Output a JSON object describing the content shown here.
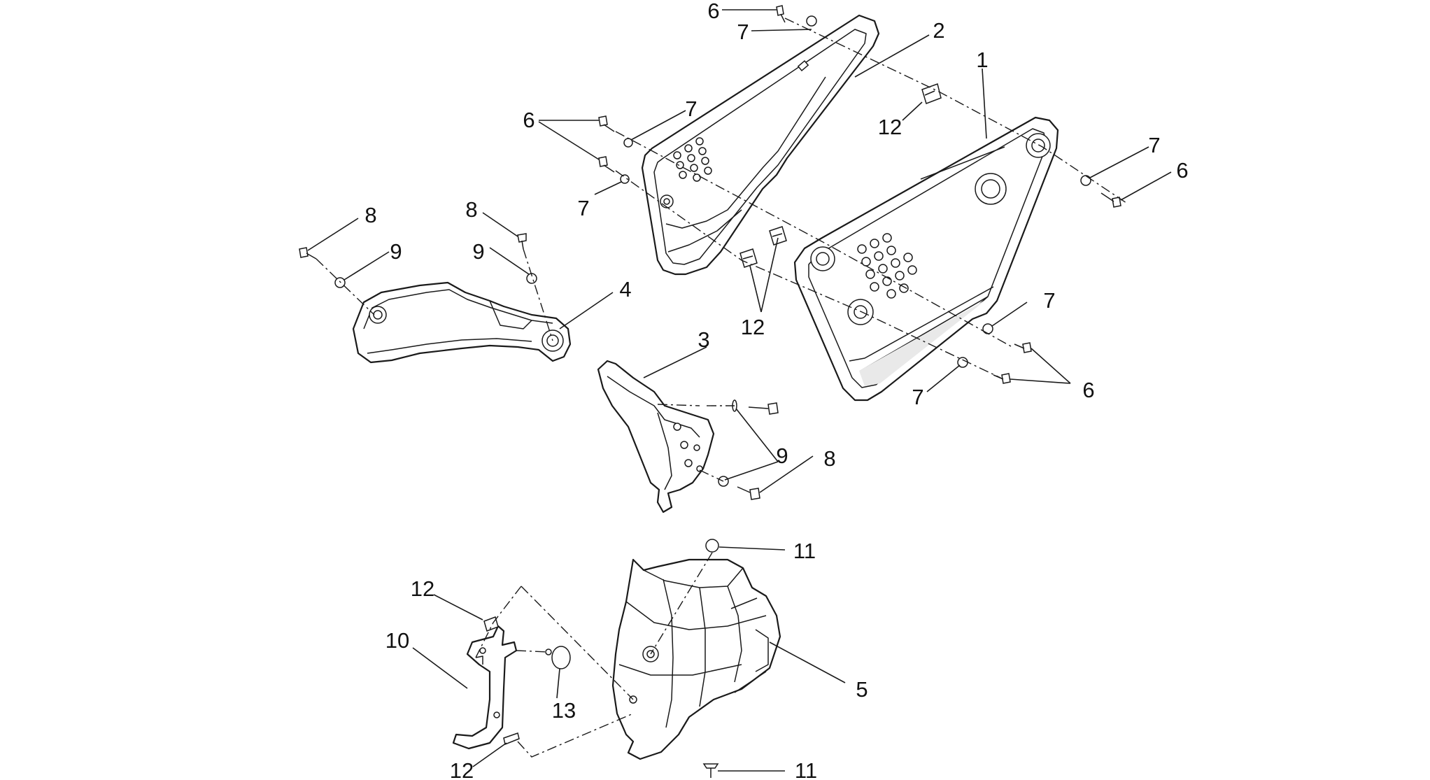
{
  "diagram": {
    "callouts": [
      {
        "id": "c6a",
        "text": "6"
      },
      {
        "id": "c7a",
        "text": "7"
      },
      {
        "id": "c2",
        "text": "2"
      },
      {
        "id": "c1",
        "text": "1"
      },
      {
        "id": "c12a",
        "text": "12"
      },
      {
        "id": "c7b",
        "text": "7"
      },
      {
        "id": "c6b",
        "text": "6"
      },
      {
        "id": "c7c",
        "text": "7"
      },
      {
        "id": "c6c",
        "text": "6"
      },
      {
        "id": "c7d",
        "text": "7"
      },
      {
        "id": "c8a",
        "text": "8"
      },
      {
        "id": "c9a",
        "text": "9"
      },
      {
        "id": "c8b",
        "text": "8"
      },
      {
        "id": "c9b",
        "text": "9"
      },
      {
        "id": "c4",
        "text": "4"
      },
      {
        "id": "c12b",
        "text": "12"
      },
      {
        "id": "c7e",
        "text": "7"
      },
      {
        "id": "c7f",
        "text": "7"
      },
      {
        "id": "c6d",
        "text": "6"
      },
      {
        "id": "c3",
        "text": "3"
      },
      {
        "id": "c9c",
        "text": "9"
      },
      {
        "id": "c8c",
        "text": "8"
      },
      {
        "id": "c11a",
        "text": "11"
      },
      {
        "id": "c12c",
        "text": "12"
      },
      {
        "id": "c10",
        "text": "10"
      },
      {
        "id": "c13",
        "text": "13"
      },
      {
        "id": "c5",
        "text": "5"
      },
      {
        "id": "c12d",
        "text": "12"
      },
      {
        "id": "c11b",
        "text": "11"
      }
    ]
  }
}
